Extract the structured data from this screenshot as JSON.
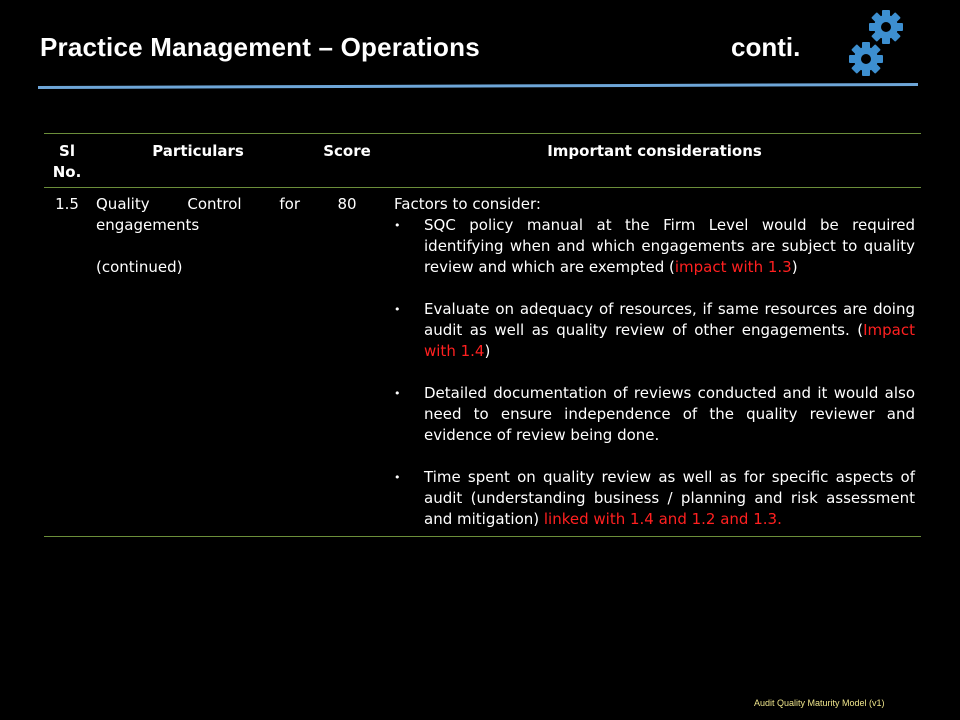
{
  "slide": {
    "title": "Practice Management – Operations",
    "title_suffix": "conti.",
    "icon": "gears-icon",
    "accent_color": "#4a90c8",
    "rule_color": "#6ea6d8"
  },
  "table": {
    "headers": {
      "sl": "Sl No.",
      "particulars": "Particulars",
      "score": "Score",
      "considerations": "Important considerations"
    },
    "row": {
      "sl": "1.5",
      "particulars": {
        "word1": "Quality",
        "word2": "Control",
        "word3": "for",
        "line2": "engagements",
        "note": "(continued)"
      },
      "score": "80",
      "considerations": {
        "intro": "Factors to consider:",
        "bullets": [
          {
            "text": "SQC policy manual at the Firm Level would be required identifying when and which engagements are subject to quality review and which are exempted (",
            "highlight": "impact with 1.3",
            "tail": ")"
          },
          {
            "text": "Evaluate on adequacy of resources, if same resources are doing audit as well as quality review of other engagements. (",
            "highlight": "Impact with 1.4",
            "tail": ")"
          },
          {
            "text": "Detailed documentation of reviews conducted and it would also need to ensure independence of the quality reviewer and evidence of review being done.",
            "highlight": "",
            "tail": ""
          },
          {
            "text": "Time spent on quality review as well as for specific aspects of audit (understanding business / planning and risk assessment and mitigation) ",
            "highlight": "linked with 1.4 and 1.2 and 1.3.",
            "tail": ""
          }
        ],
        "highlight_color": "#ff2020"
      }
    }
  },
  "footer": {
    "text": "Audit Quality Maturity Model (v1)"
  }
}
